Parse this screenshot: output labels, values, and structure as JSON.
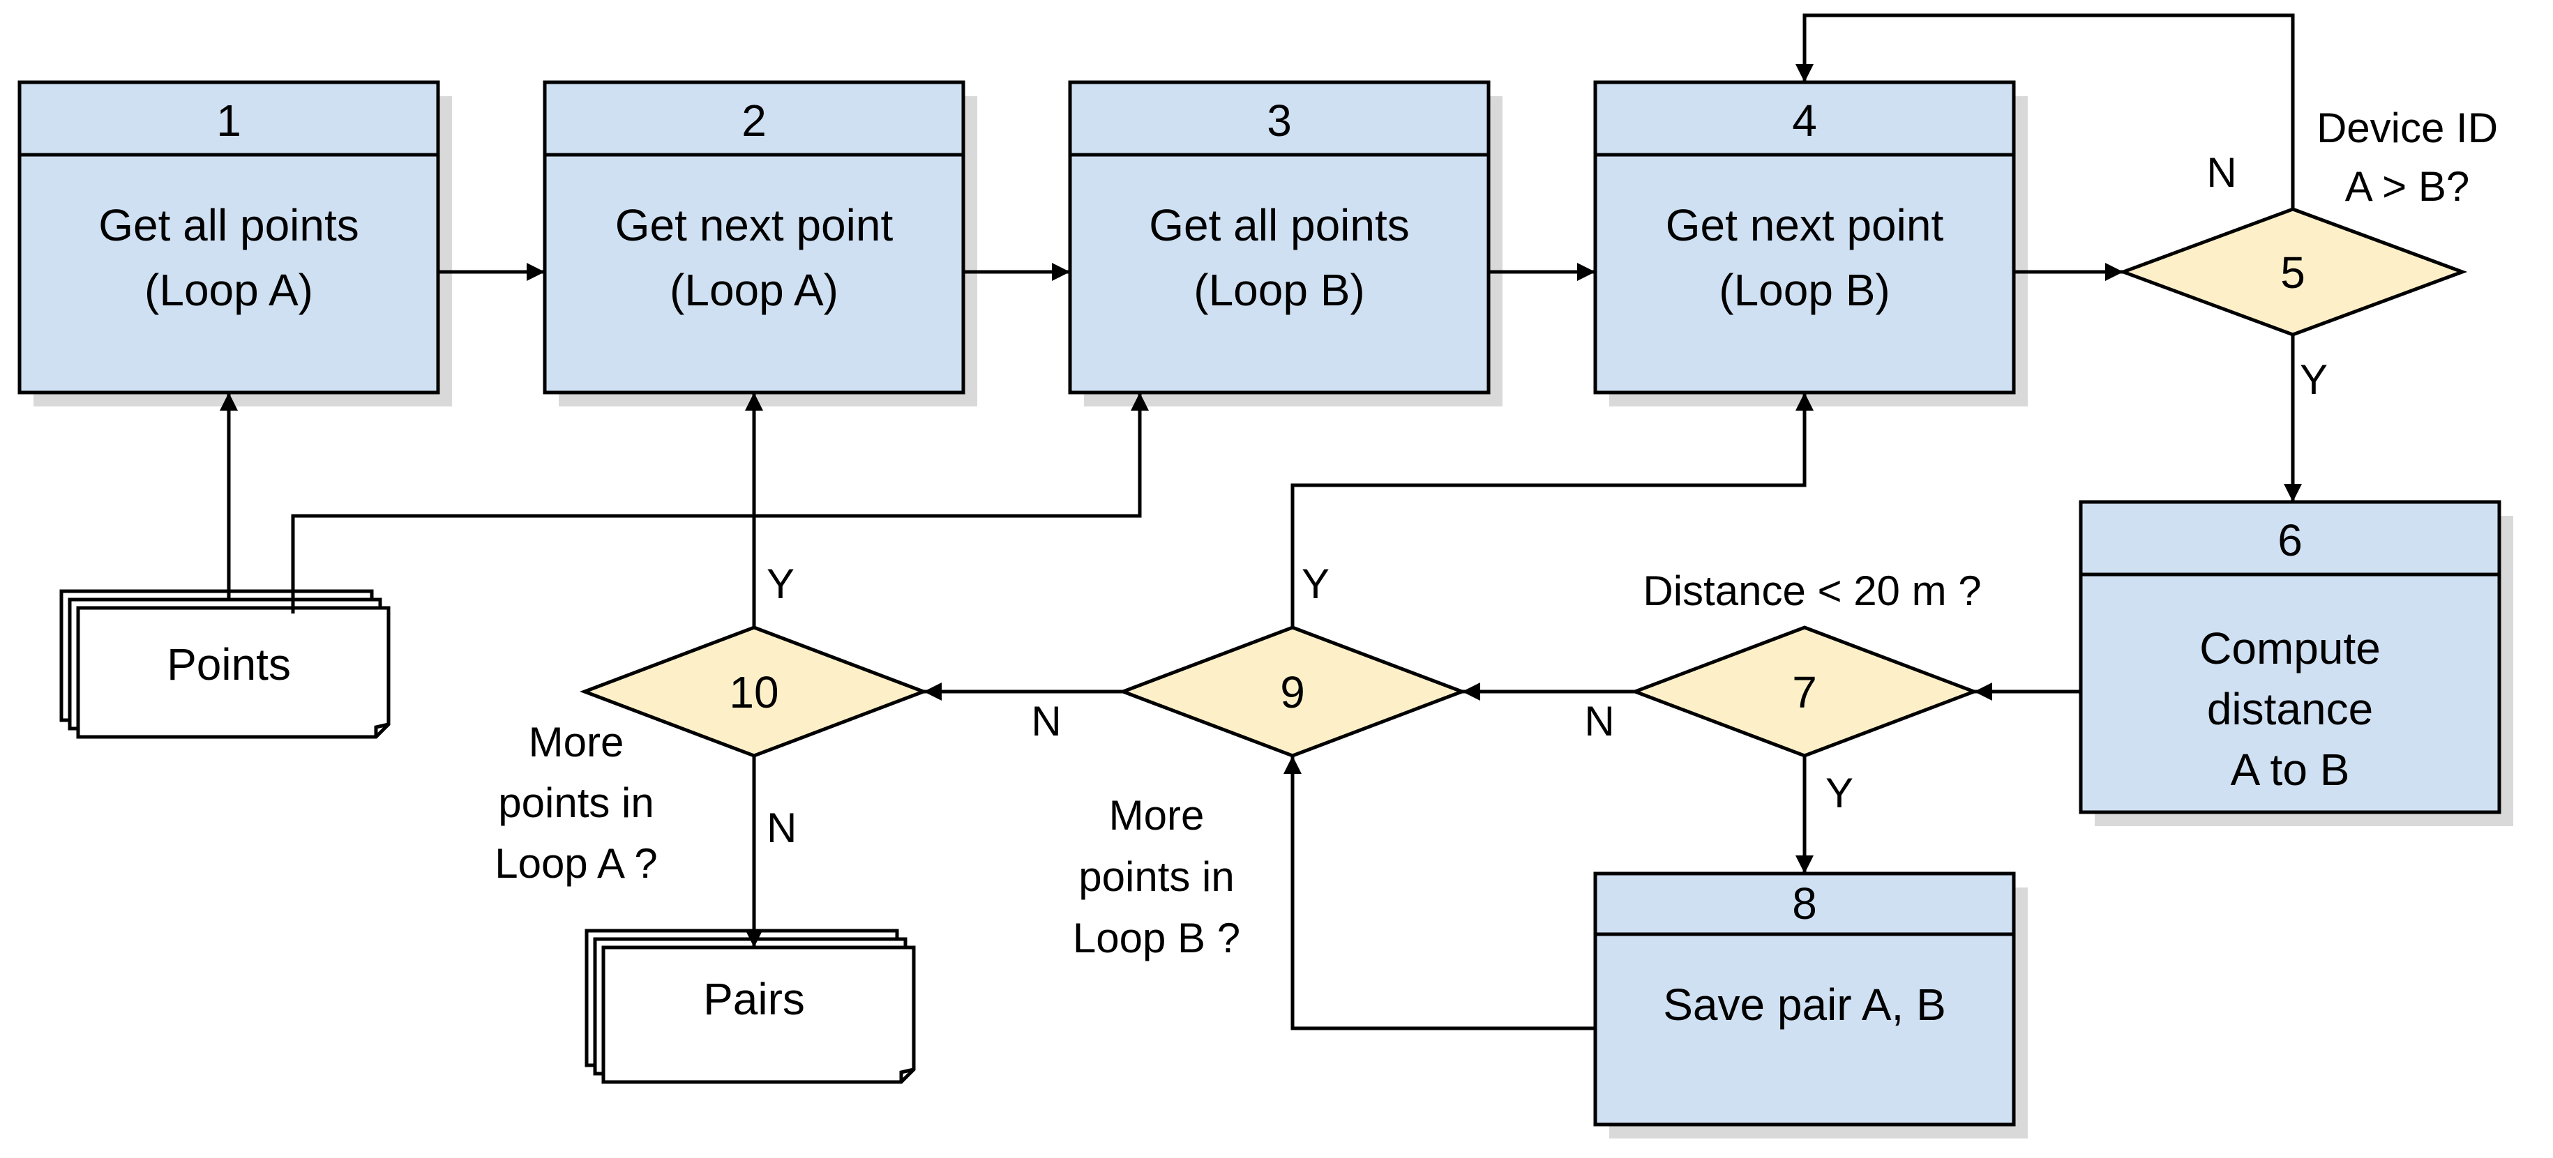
{
  "boxes": [
    {
      "id": "1",
      "lines": [
        "Get all points",
        "(Loop A)"
      ]
    },
    {
      "id": "2",
      "lines": [
        "Get next point",
        "(Loop A)"
      ]
    },
    {
      "id": "3",
      "lines": [
        "Get all points",
        "(Loop B)"
      ]
    },
    {
      "id": "4",
      "lines": [
        "Get next point",
        "(Loop B)"
      ]
    },
    {
      "id": "6",
      "lines": [
        "Compute",
        "distance",
        "A to B"
      ]
    },
    {
      "id": "8",
      "lines": [
        "Save pair A, B"
      ]
    }
  ],
  "decisions": [
    {
      "id": "5",
      "question": [
        "Device ID",
        "A > B?"
      ]
    },
    {
      "id": "7",
      "question": [
        "Distance < 20 m ?"
      ]
    },
    {
      "id": "9",
      "question": [
        "More",
        "points in",
        "Loop B ?"
      ]
    },
    {
      "id": "10",
      "question": [
        "More",
        "points in",
        "Loop A ?"
      ]
    }
  ],
  "documents": [
    {
      "id": "points",
      "label": "Points"
    },
    {
      "id": "pairs",
      "label": "Pairs"
    }
  ],
  "edge_labels": {
    "d5_no": "N",
    "d5_yes": "Y",
    "d7_no": "N",
    "d7_yes": "Y",
    "d9_no": "N",
    "d9_yes": "Y",
    "d10_no": "N",
    "d10_yes": "Y"
  },
  "colors": {
    "process_fill": "#cfe0f2",
    "decision_fill": "#fdf0c9",
    "document_fill": "#ffffff",
    "shadow": "#d9d9d9",
    "line": "#000000"
  }
}
